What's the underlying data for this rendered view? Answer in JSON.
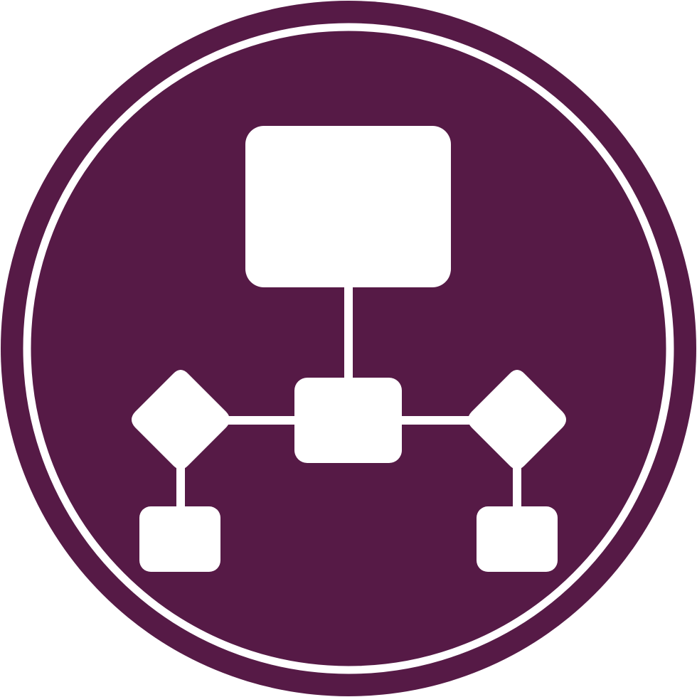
{
  "icon": {
    "name": "flowchart-icon",
    "shape": "circle-badge",
    "elements": [
      "process-box",
      "decision-diamond",
      "connector-line"
    ]
  },
  "colors": {
    "background": "#ffffff",
    "badge_fill": "#561a46",
    "glyph_fill": "#ffffff"
  }
}
